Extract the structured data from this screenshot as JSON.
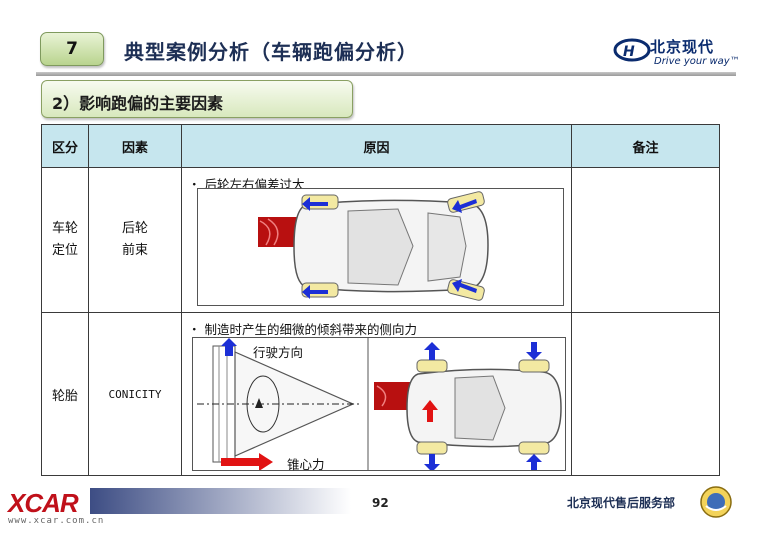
{
  "header": {
    "slide_number": "7",
    "title": "典型案例分析（车辆跑偏分析）",
    "brand_name": "北京现代",
    "brand_slogan": "Drive your way™"
  },
  "section": {
    "title": "2）影响跑偏的主要因素"
  },
  "table": {
    "headers": [
      "区分",
      "因素",
      "原因",
      "备注"
    ],
    "rows": [
      {
        "category": [
          "车轮",
          "定位"
        ],
        "factor": [
          "后轮",
          "前束"
        ],
        "cause": "・ 后轮左右偏差过大",
        "note": ""
      },
      {
        "category": [
          "轮胎"
        ],
        "factor": [
          "CONICITY"
        ],
        "cause": "・ 制造时产生的细微的倾斜带来的侧向力",
        "diagram_labels": {
          "direction": "行驶方向",
          "force": "锥心力"
        },
        "note": ""
      }
    ]
  },
  "footer": {
    "page_number": "92",
    "department": "北京现代售后服务部",
    "site_logo": "XCAR",
    "site_url": "www.xcar.com.cn"
  },
  "colors": {
    "header_cell": "#c6e6ee",
    "section_box": "#d8e8bd",
    "arrow_blue": "#1c2fd6",
    "arrow_red": "#e11313",
    "tire_yellow": "#f3e9a2"
  },
  "icons": [
    "hyundai-logo-icon",
    "car-top-view-icon",
    "cone-icon",
    "arrow-icon",
    "service-emblem-icon"
  ]
}
